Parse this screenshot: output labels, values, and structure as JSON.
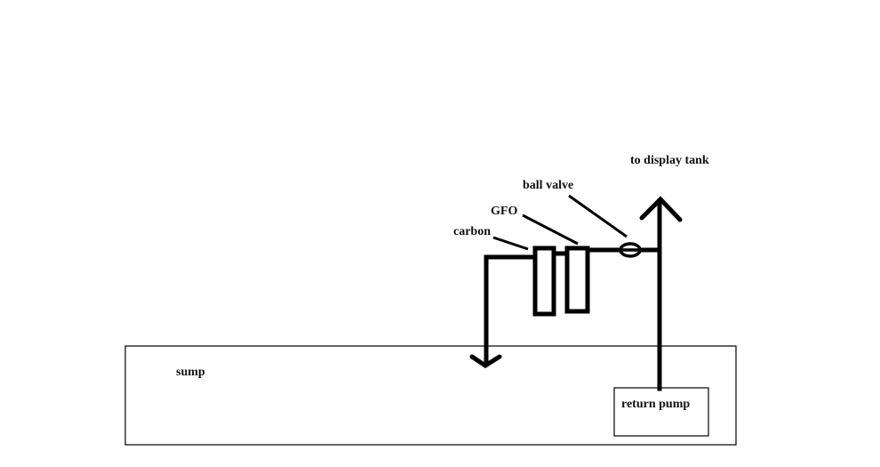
{
  "diagram": {
    "type": "plumbing-schematic",
    "labels": {
      "sump": "sump",
      "return_pump": "return pump",
      "carbon": "carbon",
      "gfo": "GFO",
      "ball_valve": "ball valve",
      "to_display_tank": "to display tank"
    },
    "components": [
      {
        "id": "sump",
        "kind": "container"
      },
      {
        "id": "return_pump",
        "kind": "pump",
        "inside": "sump"
      },
      {
        "id": "carbon",
        "kind": "filter-reactor"
      },
      {
        "id": "gfo",
        "kind": "filter-reactor"
      },
      {
        "id": "ball_valve",
        "kind": "valve"
      }
    ],
    "flow": [
      "return pump -> up to display tank",
      "tee -> ball valve -> GFO -> carbon -> back down into sump"
    ],
    "colors": {
      "line": "#000000",
      "background": "#ffffff"
    }
  }
}
